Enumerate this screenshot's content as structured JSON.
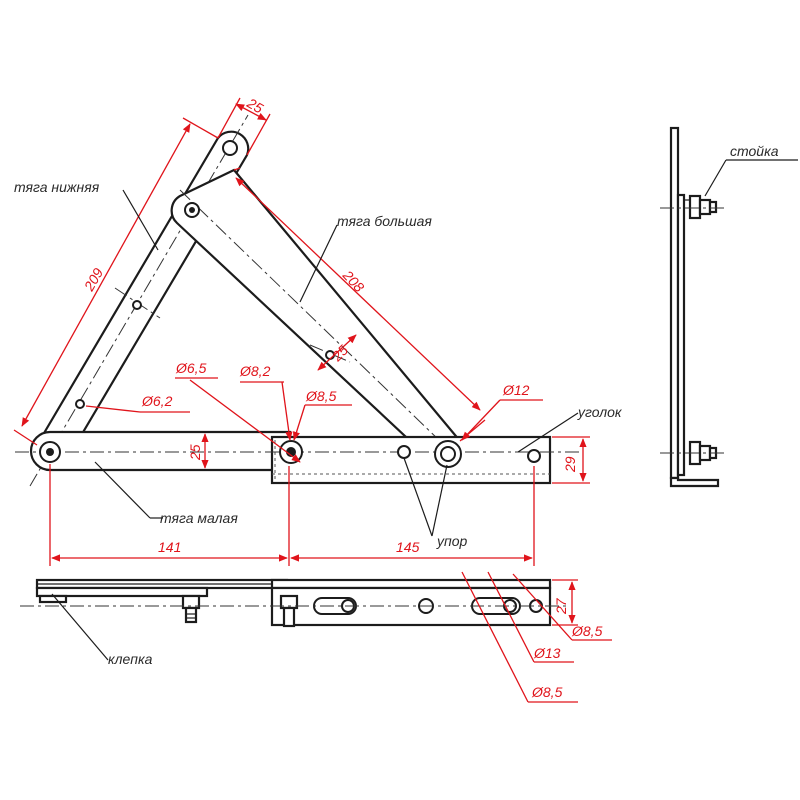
{
  "labels": {
    "lower_link": "тяга нижняя",
    "big_link": "тяга большая",
    "small_link": "тяга малая",
    "corner": "уголок",
    "stop": "упор",
    "rivet": "клепка",
    "post": "стойка"
  },
  "dimensions": {
    "d25_top": "25",
    "d209": "209",
    "d208": "208",
    "d25_big": "25",
    "d25_small": "25",
    "d29": "29",
    "d141": "141",
    "d145": "145",
    "d27": "27",
    "dia6_5": "Ø6,5",
    "dia8_2": "Ø8,2",
    "dia8_5_top": "Ø8,5",
    "dia6_2": "Ø6,2",
    "dia12": "Ø12",
    "dia8_5_right": "Ø8,5",
    "dia13": "Ø13",
    "dia8_5_bottom": "Ø8,5"
  },
  "colors": {
    "outline": "#1c1c1c",
    "dimension": "#e0141b",
    "background": "#ffffff"
  }
}
